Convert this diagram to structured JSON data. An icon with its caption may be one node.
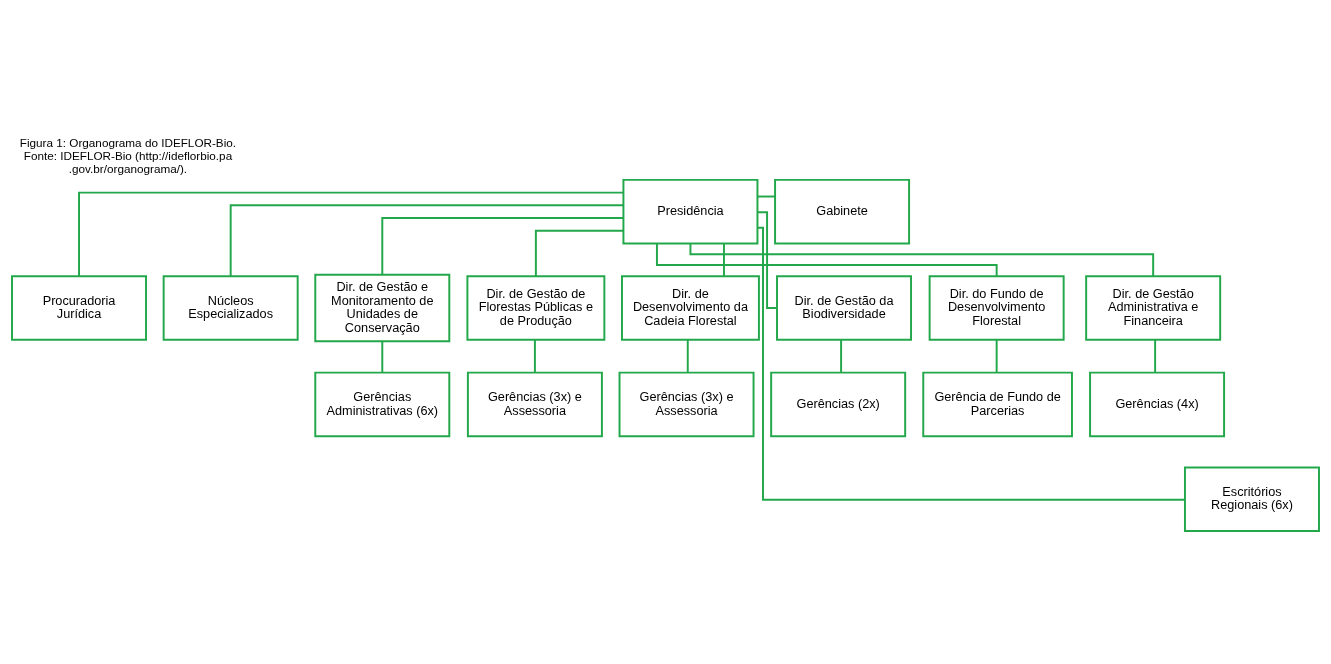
{
  "diagram": {
    "caption": "Figura 1: Organograma do IDEFLOR-Bio. Fonte: IDEFLOR-Bio (http://ideflorbio.pa.gov.br/organograma/).",
    "nodes": [
      {
        "text": [
          "Presidência"
        ]
      },
      {
        "text": [
          "Gabinete"
        ]
      },
      {
        "text": [
          "Procuradoria Jurídica"
        ]
      },
      {
        "text": [
          "Núcleos Especializados"
        ]
      },
      {
        "text": [
          "Dir. de Gestão e Monitoramento de Unidades de Conservação"
        ]
      },
      {
        "text": [
          "Dir. de Gestão de Florestas Públicas e de Produção"
        ]
      },
      {
        "text": [
          "Dir. de Desenvolvimento da Cadeia Florestal"
        ]
      },
      {
        "text": [
          "Dir. de Gestão da Biodiversidade"
        ]
      },
      {
        "text": [
          "Dir. do Fundo de Desenvolvimento Florestal"
        ]
      },
      {
        "text": [
          "Dir. de Gestão Administrativa e Financeira"
        ]
      },
      {
        "text": [
          "Gerências Administrativas (6x)"
        ]
      },
      {
        "text": [
          "Gerências (3x) e Assessoria"
        ]
      },
      {
        "text": [
          "Gerências (3x) e Assessoria"
        ]
      },
      {
        "text": [
          "Gerências (2x)"
        ]
      },
      {
        "text": [
          "Gerência de Fundo de Parcerias"
        ]
      },
      {
        "text": [
          "Gerências (4x)"
        ]
      },
      {
        "text": [
          "Escritórios Regionais (6x)"
        ]
      }
    ],
    "edges": [
      {
        "from": 0,
        "to": 1,
        "arrow": "none"
      },
      {
        "from": 0,
        "to": 2,
        "arrow": "none"
      },
      {
        "from": 0,
        "to": 3,
        "arrow": "none"
      },
      {
        "from": 0,
        "to": 4,
        "arrow": "none"
      },
      {
        "from": 0,
        "to": 5,
        "arrow": "none"
      },
      {
        "from": 0,
        "to": 6,
        "arrow": "none"
      },
      {
        "from": 0,
        "to": 7,
        "arrow": "none"
      },
      {
        "from": 0,
        "to": 8,
        "arrow": "none"
      },
      {
        "from": 0,
        "to": 9,
        "arrow": "none"
      },
      {
        "from": 4,
        "to": 10,
        "arrow": "none"
      },
      {
        "from": 5,
        "to": 11,
        "arrow": "none"
      },
      {
        "from": 6,
        "to": 12,
        "arrow": "none"
      },
      {
        "from": 7,
        "to": 13,
        "arrow": "none"
      },
      {
        "from": 8,
        "to": 14,
        "arrow": "none"
      },
      {
        "from": 9,
        "to": 15,
        "arrow": "none"
      },
      {
        "from": 0,
        "to": 16,
        "arrow": "none"
      }
    ]
  }
}
